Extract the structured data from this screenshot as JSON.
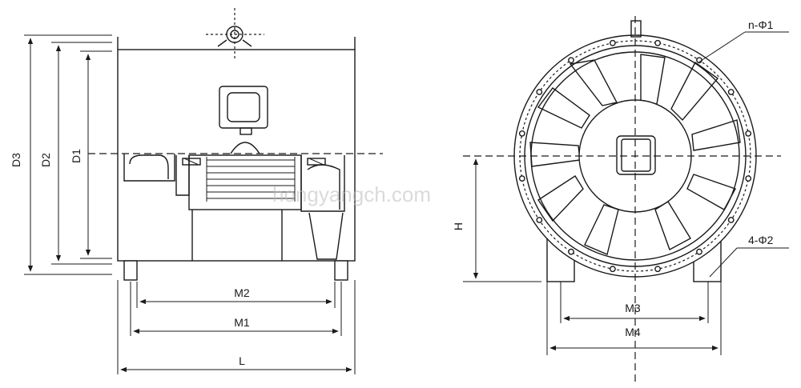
{
  "side_view": {
    "labels": {
      "d3": "D3",
      "d2": "D2",
      "d1": "D1",
      "m2": "M2",
      "m1": "M1",
      "l": "L"
    }
  },
  "front_view": {
    "labels": {
      "n_phi1": "n-Φ1",
      "four_phi2": "4-Φ2",
      "h": "H",
      "m3": "M3",
      "m4": "M4"
    }
  },
  "watermark": "hongyangch.com"
}
